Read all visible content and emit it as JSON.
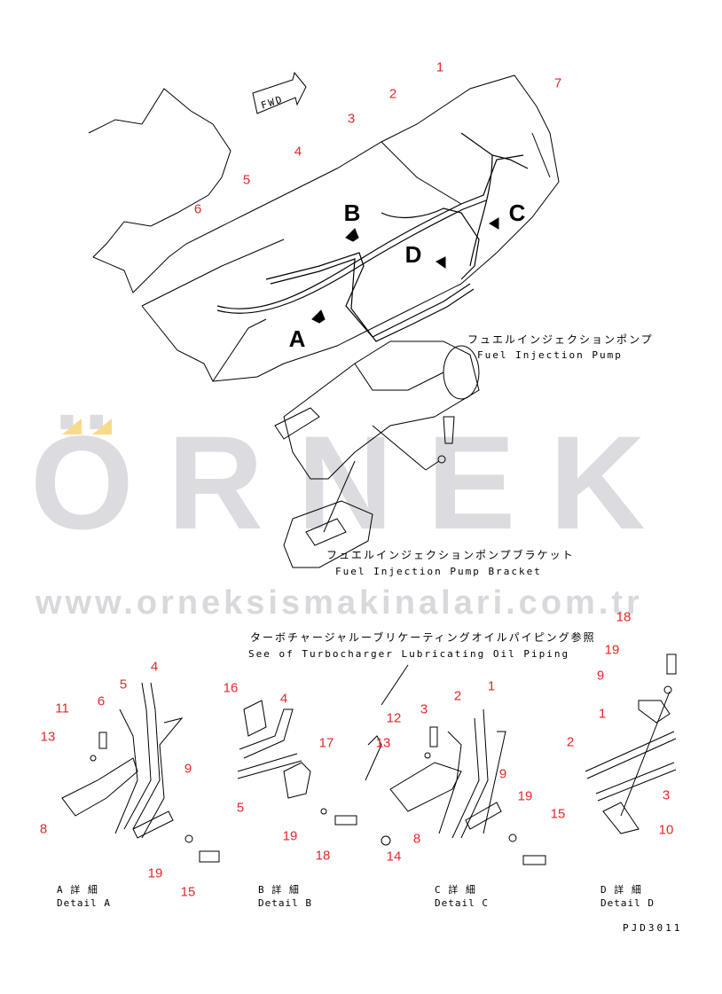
{
  "watermark": {
    "brand": "ÖRNEK",
    "url": "www.orneksismakinalari.com.tr",
    "dot_color": "#f6dc8a",
    "text_color": "#dcdbdf"
  },
  "fwd_label": "FWD",
  "captions": {
    "pump_jp": "フュエルインジェクションポンプ",
    "pump_en": "Fuel Injection Pump",
    "bracket_jp": "フュエルインジェクションポンプブラケット",
    "bracket_en": "Fuel Injection Pump Bracket",
    "turbo_jp": "ターボチャージャルーブリケーティングオイルパイピング参照",
    "turbo_en": "See of Turbocharger Lubricating Oil Piping"
  },
  "view_letters": [
    "A",
    "B",
    "C",
    "D"
  ],
  "main_callouts": [
    "1",
    "2",
    "3",
    "4",
    "5",
    "6",
    "7"
  ],
  "detail_a": {
    "title_jp": "A 詳 細",
    "title_en": "Detail A",
    "callouts": [
      "4",
      "5",
      "6",
      "11",
      "13",
      "8",
      "9",
      "19",
      "15"
    ]
  },
  "detail_b": {
    "title_jp": "B 詳 細",
    "title_en": "Detail B",
    "callouts": [
      "16",
      "4",
      "17",
      "5",
      "19",
      "18"
    ]
  },
  "detail_c": {
    "title_jp": "C 詳 細",
    "title_en": "Detail C",
    "callouts": [
      "12",
      "3",
      "2",
      "1",
      "13",
      "9",
      "19",
      "15",
      "8",
      "14"
    ]
  },
  "detail_d": {
    "title_jp": "D 詳 細",
    "title_en": "Detail D",
    "callouts": [
      "18",
      "19",
      "9",
      "1",
      "2",
      "3",
      "10"
    ]
  },
  "drawing_number": "PJD3011",
  "colors": {
    "callout": "#e8252a",
    "line": "#000000"
  }
}
